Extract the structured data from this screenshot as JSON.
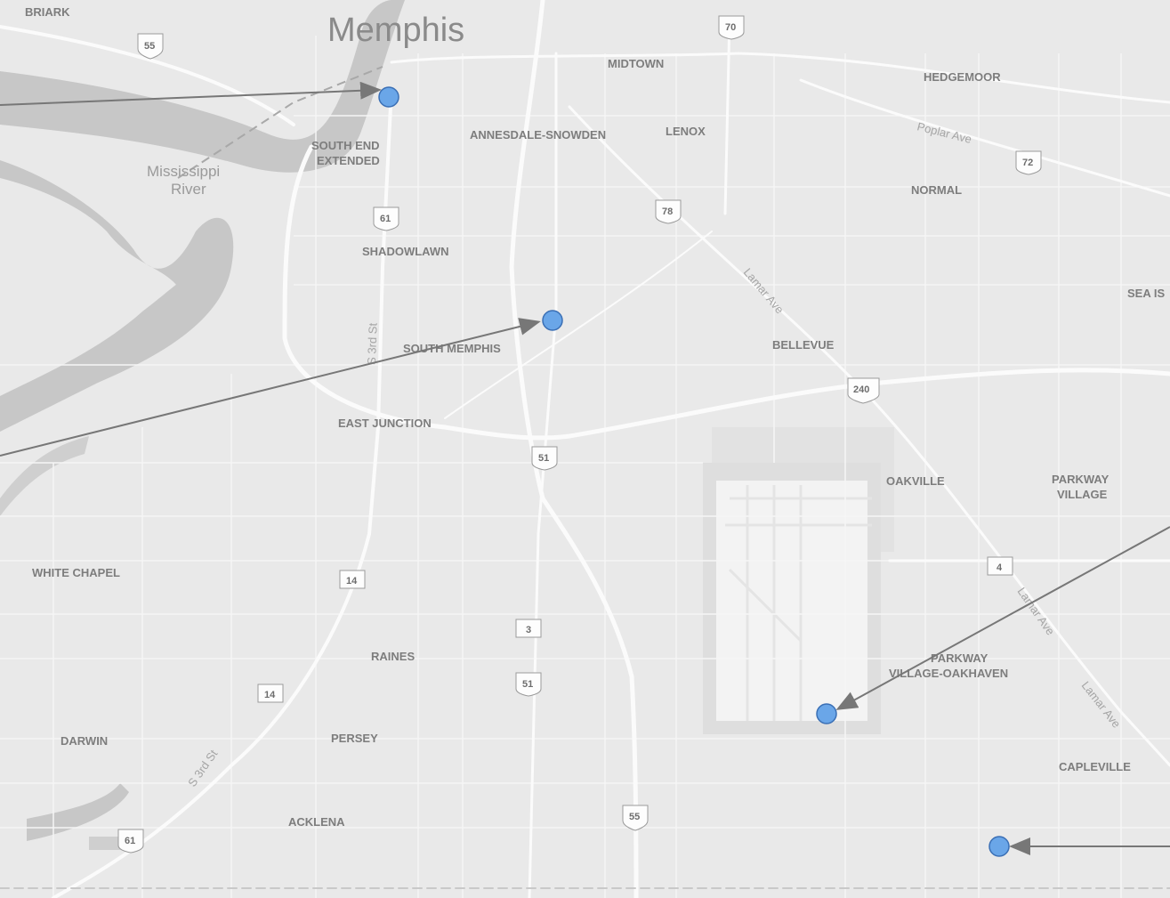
{
  "map": {
    "city": "Memphis",
    "river": "Mississippi",
    "river2": "River",
    "neighborhoods": {
      "briark": "BRIARK",
      "midtown": "MIDTOWN",
      "hedgemoor": "HEDGEMOOR",
      "southend1": "SOUTH END",
      "southend2": "EXTENDED",
      "annesdale": "ANNESDALE-SNOWDEN",
      "lenox": "LENOX",
      "normal": "NORMAL",
      "shadowlawn": "SHADOWLAWN",
      "seais": "SEA IS",
      "southmemphis": "SOUTH MEMPHIS",
      "bellevue": "BELLEVUE",
      "eastjunction": "EAST JUNCTION",
      "oakville": "OAKVILLE",
      "parkway1": "PARKWAY",
      "parkway2": "VILLAGE",
      "whitechapel": "WHITE CHAPEL",
      "raines": "RAINES",
      "pvo1": "PARKWAY",
      "pvo2": "VILLAGE-OAKHAVEN",
      "darwin": "DARWIN",
      "persey": "PERSEY",
      "capleville": "CAPLEVILLE",
      "acklena": "ACKLENA"
    },
    "roads": {
      "poplar": "Poplar Ave",
      "lamar1": "Lamar Ave",
      "lamar2": "Lamar Ave",
      "lamar3": "Lamar Ave",
      "s3rd1": "S 3rd St",
      "s3rd2": "S 3rd St"
    },
    "shields": {
      "i55a": "55",
      "us70": "70",
      "us72": "72",
      "us61a": "61",
      "us78": "78",
      "i240": "240",
      "us51a": "51",
      "sr4": "4",
      "sr14a": "14",
      "sr3": "3",
      "us51b": "51",
      "sr14b": "14",
      "i55b": "55",
      "us61b": "61"
    },
    "accent_marker": "#6aa6e8",
    "marker_stroke": "#3a6fb5"
  }
}
